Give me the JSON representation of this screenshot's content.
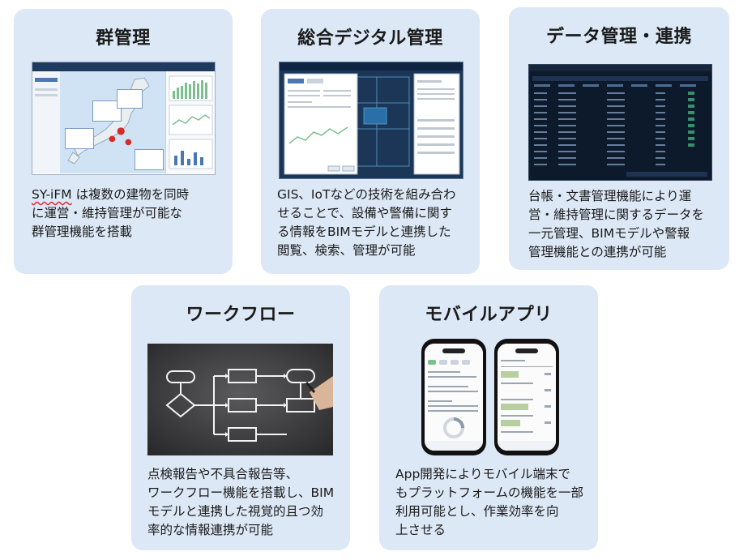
{
  "cards": [
    {
      "title": "群管理",
      "desc_prefix": "SY-iFM",
      "desc_rest": " は複数の建物を同時\nに運営・維持管理が可能な\n群管理機能を搭載"
    },
    {
      "title": "総合デジタル管理",
      "desc": "GIS、IoTなどの技術を組み合わ\nせることで、設備や警備に関す\nる情報をBIMモデルと連携した\n閲覧、検索、管理が可能"
    },
    {
      "title": "データ管理・連携",
      "desc": "台帳・文書管理機能により運\n営・維持管理に関するデータを\n一元管理、BIMモデルや警報\n管理機能との連携が可能"
    },
    {
      "title": "ワークフロー",
      "desc": "点検報告や不具合報告等、\nワークフロー機能を搭載し、BIM\nモデルと連携した視覚的且つ効\n率的な情報連携が可能"
    },
    {
      "title": "モバイルアプリ",
      "desc": "App開発によりモバイル端末で\nもプラットフォームの機能を一部\n利用可能とし、作業効率を向\n上させる"
    }
  ],
  "colors": {
    "card_bg": "#dce8f5",
    "dark_nav": "#1f3a5f",
    "chart_green": "#7bbf8e",
    "phone_bar": "#b7cfa0"
  },
  "icons": [
    "map-pin-icon",
    "hand-pen-icon"
  ]
}
